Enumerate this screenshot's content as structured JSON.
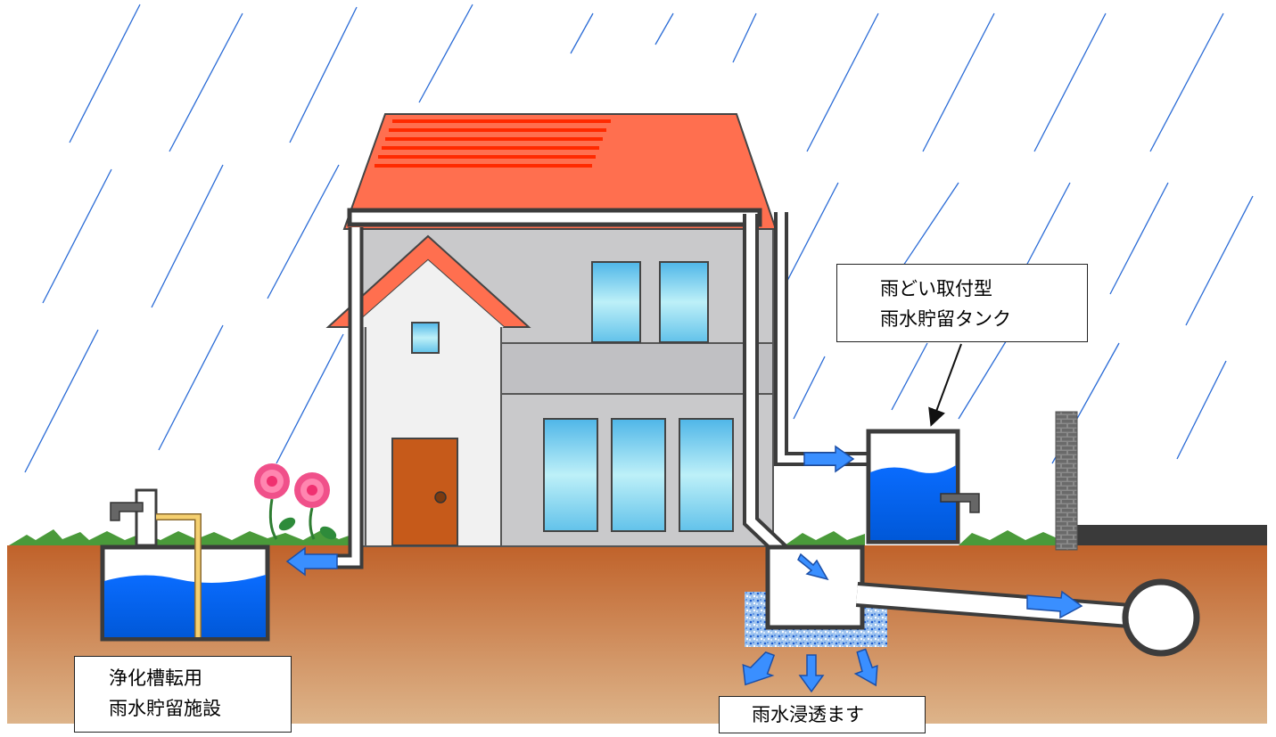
{
  "labels": {
    "septic_tank": {
      "line1": "浄化槽転用",
      "line2": "雨水貯留施設"
    },
    "gutter_tank": {
      "line1": "雨どい取付型",
      "line2": "雨水貯留タンク"
    },
    "infiltration": {
      "line1": "雨水浸透ます"
    }
  },
  "colors": {
    "sky": "#ffffff",
    "rain": "#2a6bd6",
    "roof": "#ff6f4f",
    "roof_stripes": "#ff2a00",
    "house_wall": "#c9c9cb",
    "annex_wall": "#f1f1f1",
    "window": "#aee8f5",
    "door": "#c65a1a",
    "soil_top": "#c0622a",
    "soil_bottom": "#ddb48a",
    "grass": "#4a9a3a",
    "water": "#0a66f0",
    "arrow": "#3a8fff",
    "pipe_outline": "#3c3c3c",
    "brick_wall": "#777777",
    "flower": "#f0508a"
  },
  "icons": [
    "rain-icon",
    "flower-icon",
    "faucet-icon",
    "flow-arrow-icon"
  ]
}
